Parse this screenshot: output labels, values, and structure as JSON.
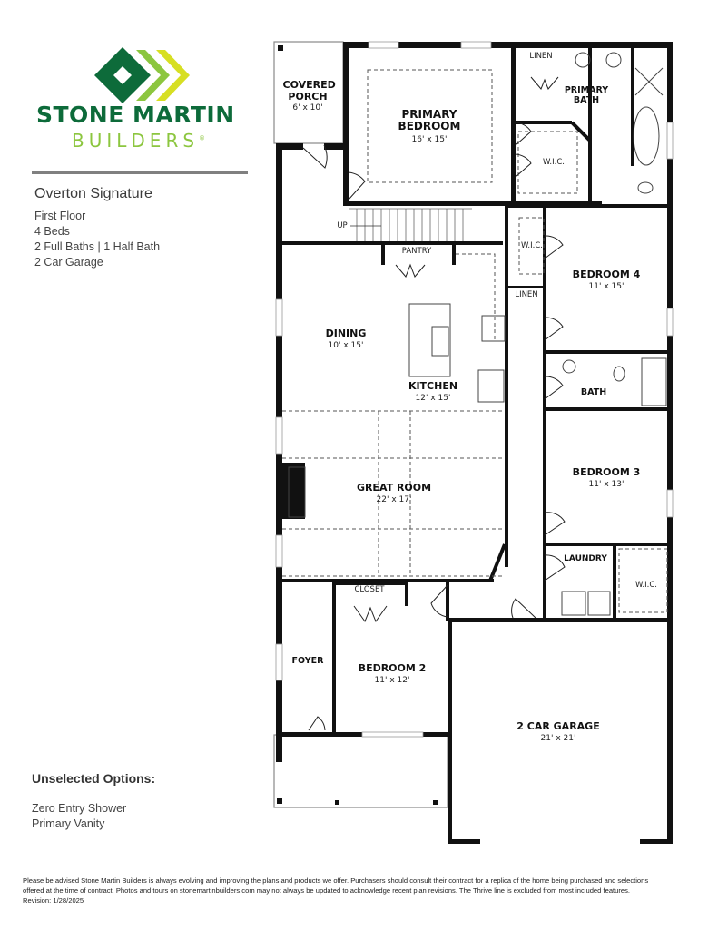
{
  "brand": {
    "line1": "STONE MARTIN",
    "line2": "BUILDERS",
    "registered": "®",
    "colors": {
      "dark_green": "#0d6b3a",
      "light_green": "#8cc63f",
      "yellow": "#d7df23"
    }
  },
  "plan": {
    "name": "Overton Signature",
    "floor": "First Floor",
    "beds": "4 Beds",
    "baths": "2 Full Baths | 1 Half Bath",
    "garage": "2 Car Garage"
  },
  "options": {
    "heading": "Unselected Options:",
    "items": [
      "Zero Entry Shower",
      "Primary Vanity"
    ]
  },
  "rooms": {
    "covered_porch": {
      "name": "COVERED PORCH",
      "dim": "6' x 10'"
    },
    "primary_bedroom": {
      "name": "PRIMARY BEDROOM",
      "dim": "16' x 15'"
    },
    "linen_top": "LINEN",
    "primary_bath": {
      "name": "PRIMARY BATH"
    },
    "wic_primary": "W.I.C.",
    "stairs": "UP",
    "pantry": "PANTRY",
    "wic_bed4": "W.I.C.",
    "bedroom4": {
      "name": "BEDROOM 4",
      "dim": "11' x 15'"
    },
    "linen_hall": "LINEN",
    "dining": {
      "name": "DINING",
      "dim": "10' x 15'"
    },
    "kitchen": {
      "name": "KITCHEN",
      "dim": "12' x 15'"
    },
    "bath": {
      "name": "BATH"
    },
    "great_room": {
      "name": "GREAT ROOM",
      "dim": "22' x 17'"
    },
    "bedroom3": {
      "name": "BEDROOM 3",
      "dim": "11' x 13'"
    },
    "laundry": {
      "name": "LAUNDRY"
    },
    "wic_bed3": "W.I.C.",
    "closet": "CLOSET",
    "foyer": {
      "name": "FOYER"
    },
    "bedroom2": {
      "name": "BEDROOM 2",
      "dim": "11' x 12'"
    },
    "garage": {
      "name": "2 CAR GARAGE",
      "dim": "21' x 21'"
    }
  },
  "disclaimer": "Please be advised Stone Martin Builders is always evolving and improving the plans and products we offer. Purchasers should consult their contract for a replica of the home being purchased and selections offered at the time of contract. Photos and tours on stonemartinbuilders.com may not always be updated to acknowledge recent plan revisions. The Thrive line is excluded from most included features. Revision: 1/28/2025"
}
